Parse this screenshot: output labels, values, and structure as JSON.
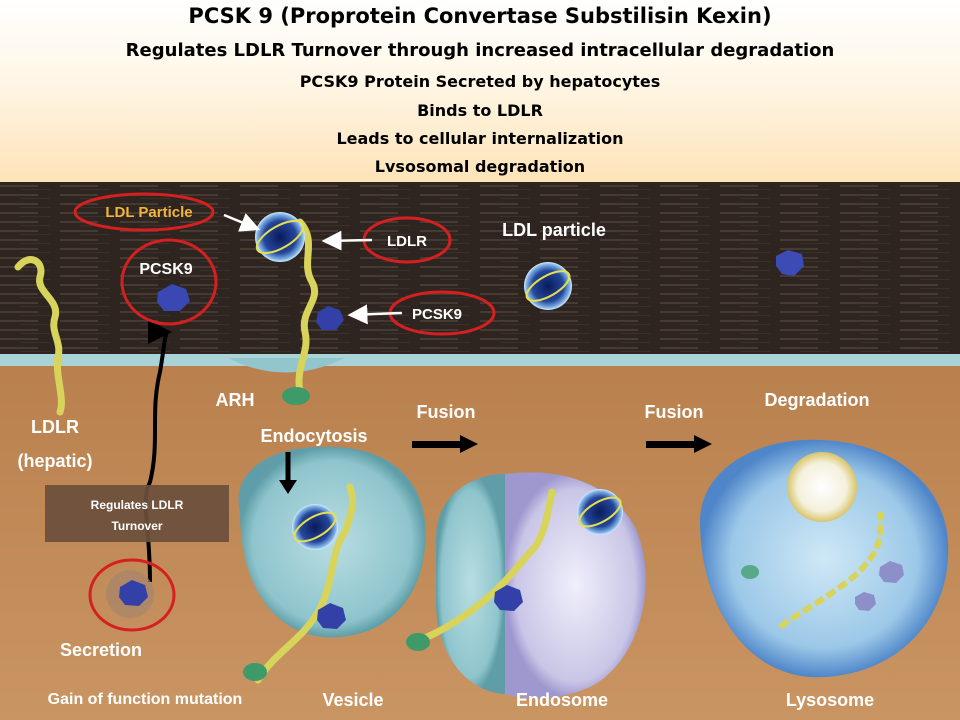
{
  "header": {
    "title": "PCSK 9 (Proprotein Convertase Substilisin Kexin)",
    "subtitle": "Regulates LDLR Turnover through increased intracellular degradation",
    "points": [
      "PCSK9  Protein Secreted by hepatocytes",
      "Binds to LDLR",
      "Leads to cellular internalization",
      "Lvsosomal degradation"
    ]
  },
  "labels": {
    "ldl_particle_circled": "LDL Particle",
    "ldlr_circled": "LDLR",
    "pcsk9_circled": "PCSK9",
    "pcsk9_top": "PCSK9",
    "ldl_particle_free": "LDL particle",
    "ldlr_hepatic_1": "LDLR",
    "ldlr_hepatic_2": "(hepatic)",
    "arh": "ARH",
    "endocytosis": "Endocytosis",
    "fusion_1": "Fusion",
    "fusion_2": "Fusion",
    "degradation": "Degradation",
    "regulates_1": "Regulates LDLR",
    "regulates_2": "Turnover",
    "secretion": "Secretion",
    "gain_of_function": "Gain of function mutation",
    "vesicle": "Vesicle",
    "endosome": "Endosome",
    "lysosome": "Lysosome"
  },
  "colors": {
    "highlight_ring": "#d42020",
    "ldl_label": "#f2b43c",
    "membrane": "#a9d3d6",
    "cytoplasm": "#c68d57",
    "extracellular": "#2f2620"
  }
}
